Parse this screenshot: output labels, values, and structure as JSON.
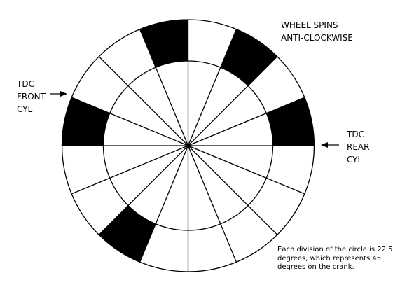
{
  "labels": {
    "spin_line1": "WHEEL SPINS",
    "spin_line2": "ANTI-CLOCKWISE",
    "front_line1": "TDC",
    "front_line2": "FRONT",
    "front_line3": "CYL",
    "rear_line1": "TDC",
    "rear_line2": "REAR",
    "rear_line3": "CYL",
    "note": "Each division of the circle is 22.5 degrees, which represents 45 degrees on the crank."
  },
  "wheel": {
    "divisions": 16,
    "division_degrees": 22.5,
    "crank_degrees_per_division": 45,
    "black_segments_start_deg": [
      0,
      45,
      90,
      157.5,
      225
    ],
    "black_segment_span_deg": 22.5,
    "colors": {
      "line": "#000000",
      "fill_black": "#000000",
      "background": "#ffffff"
    }
  },
  "icons": {
    "front_arrow": "arrow-right-icon",
    "rear_arrow": "arrow-left-icon"
  }
}
